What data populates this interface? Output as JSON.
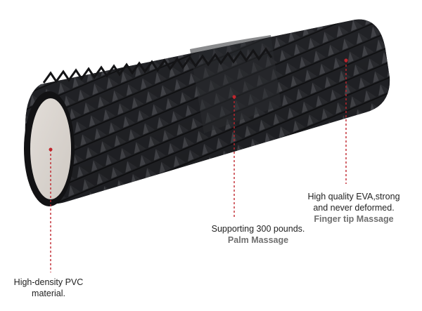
{
  "annotations": {
    "pvc": {
      "line1": "High-density PVC",
      "line2": "material."
    },
    "palm": {
      "line1": "Supporting 300 pounds.",
      "highlight": "Palm Massage"
    },
    "finger": {
      "line1": "High quality EVA,strong",
      "line2": "and never deformed.",
      "highlight": "Finger tip Massage"
    }
  },
  "colors": {
    "roller": "#1b1b1d",
    "roller_highlight": "#4a4b50",
    "end_cap": "#d9d4cf",
    "leader_line": "#c0262d",
    "highlight_text": "#6f6f6f"
  }
}
